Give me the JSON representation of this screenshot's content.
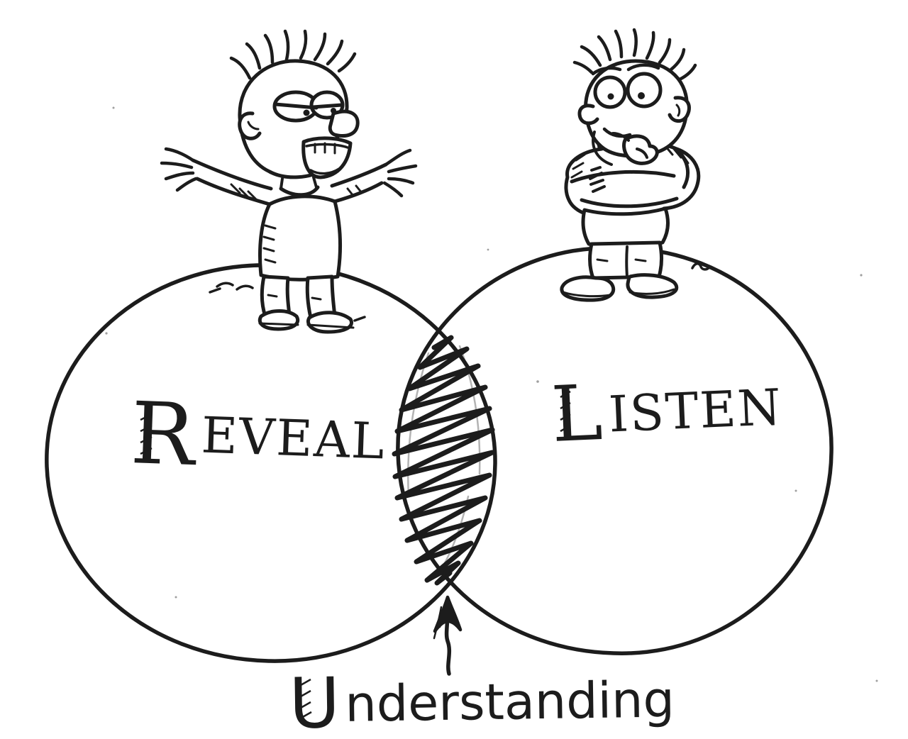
{
  "canvas": {
    "paper_color": "#ffffff",
    "ink_color": "#1c1c1c",
    "pencil_color": "#a9a9a9"
  },
  "venn": {
    "left_circle": {
      "label": {
        "initial": "R",
        "rest": "EVEAL"
      }
    },
    "right_circle": {
      "label": {
        "initial": "L",
        "rest": "ISTEN"
      }
    },
    "overlap": {
      "label": {
        "initial": "U",
        "rest": "nderstanding"
      },
      "pointer_icon": "arrow-up-icon",
      "texture": "diagonal-scribble-hatch"
    },
    "figures": {
      "left_figure": "cartoon-man-talking-arms-spread",
      "right_figure": "cartoon-man-thinking-arms-crossed"
    }
  }
}
